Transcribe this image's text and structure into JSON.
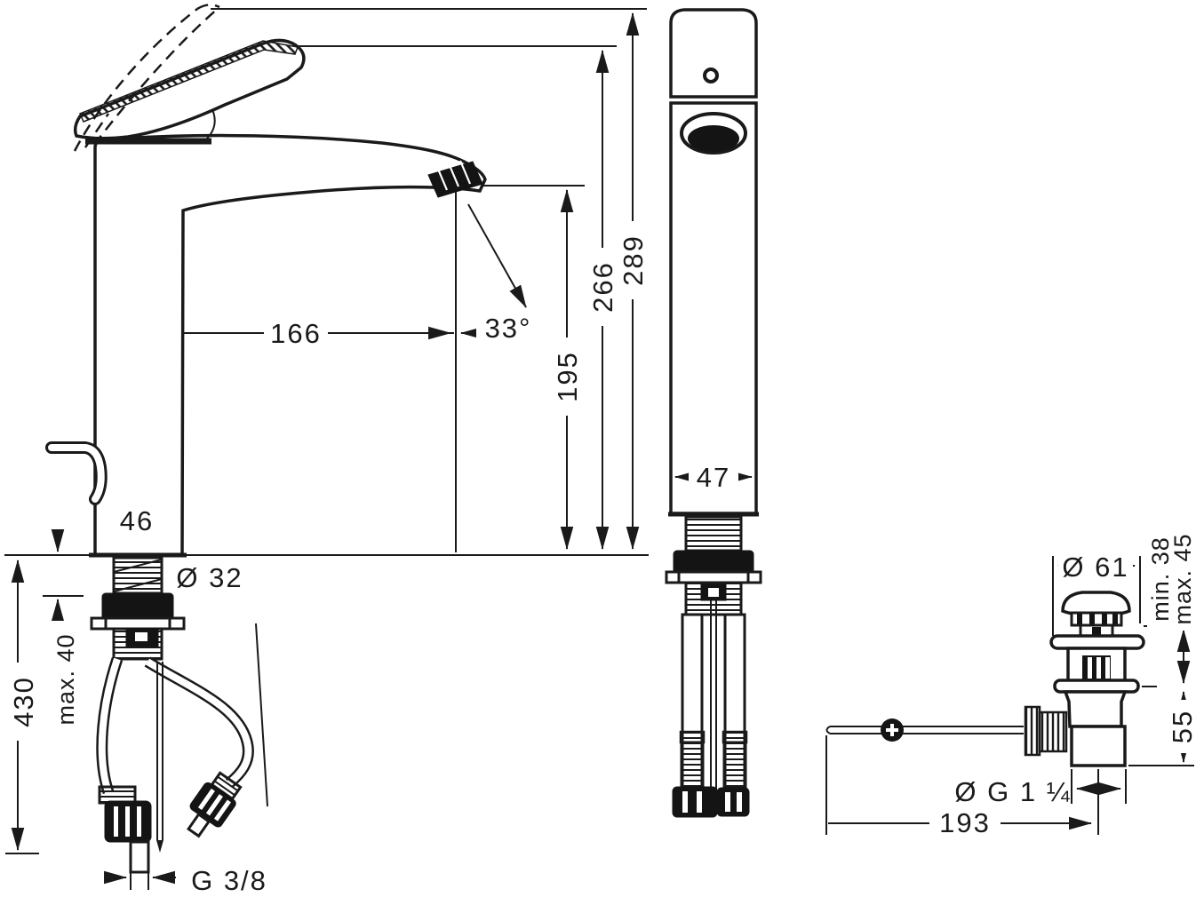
{
  "drawing": {
    "title": "basin mixer technical dimension drawing",
    "line_color": "#1a1a1a",
    "background": "#ffffff"
  },
  "side_view": {
    "dims": {
      "reach": "166",
      "angle": "33°",
      "spout_height": "195",
      "lever_height": "266",
      "total_height": "289",
      "body_width": "46",
      "shank": "Ø 32",
      "deck_thickness": "max. 40",
      "hose_length": "430",
      "hose_thread": "G 3/8"
    }
  },
  "front_view": {
    "dims": {
      "body_width": "47"
    }
  },
  "waste_view": {
    "dims": {
      "flange": "Ø 61",
      "depth_min": "min. 38",
      "depth_max": "max. 45",
      "body_height": "55",
      "waste_thread": "Ø G 1 ¼",
      "rod_reach": "193"
    }
  }
}
